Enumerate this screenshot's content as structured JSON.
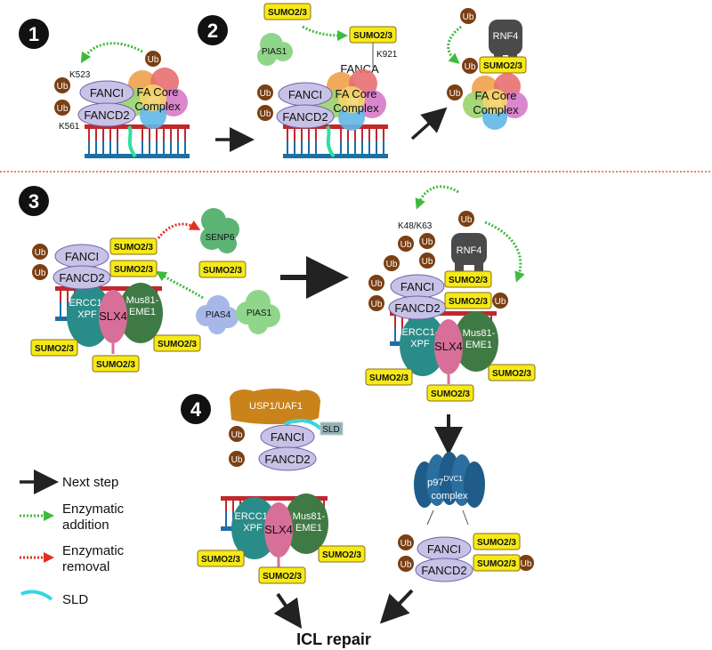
{
  "step_numbers": [
    "1",
    "2",
    "3",
    "4"
  ],
  "proteins": {
    "fanci": "FANCI",
    "fancd2": "FANCD2",
    "fa_core_line1": "FA Core",
    "fa_core_line2": "Complex",
    "pias1": "PIAS1",
    "pias4": "PIAS4",
    "fanca": "FANCA",
    "rnf4": "RNF4",
    "senp6": "SENP6",
    "ercc1_line1": "ERCC1-",
    "ercc1_line2": "XPF",
    "slx4": "SLX4",
    "mus81_line1": "Mus81-",
    "mus81_line2": "EME1",
    "usp1": "USP1/UAF1",
    "sld_tag": "SLD",
    "p97_line1": "p97",
    "p97_sup": "DVC1",
    "p97_line2": "complex"
  },
  "tags": {
    "sumo": "SUMO2/3",
    "ub": "Ub"
  },
  "sites": {
    "k523": "K523",
    "k561": "K561",
    "k921": "K921",
    "k48k63": "K48/K63"
  },
  "legend": {
    "next_step": "Next step",
    "enzymatic_addition_line1": "Enzymatic",
    "enzymatic_addition_line2": "addition",
    "enzymatic_removal_line1": "Enzymatic",
    "enzymatic_removal_line2": "removal",
    "sld": "SLD"
  },
  "outcome": "ICL repair",
  "colors": {
    "sumo_fill": "#f5ea15",
    "sumo_border": "#8a6d1c",
    "ub_fill": "#7a3f13",
    "fanc_fill": "#c7c2e6",
    "fanc_border": "#6d63a8",
    "step_circle": "#111111",
    "enzymatic_addition": "#3dbb3d",
    "enzymatic_removal": "#e0301e",
    "next_step": "#222222",
    "sld": "#36d6e0",
    "divider": "#e0301e",
    "dna_red": "#c1272d",
    "dna_blue": "#1b6fa5",
    "rnf4": "#4a4a4a",
    "senp6": "#5bb374",
    "pias": "#8fd68a",
    "pias4": "#a7b8e8",
    "ercc1": "#2a8c88",
    "slx4": "#d86f98",
    "mus81": "#3f7a45",
    "usp1": "#c9831a",
    "p97": "#1f5c8a"
  }
}
